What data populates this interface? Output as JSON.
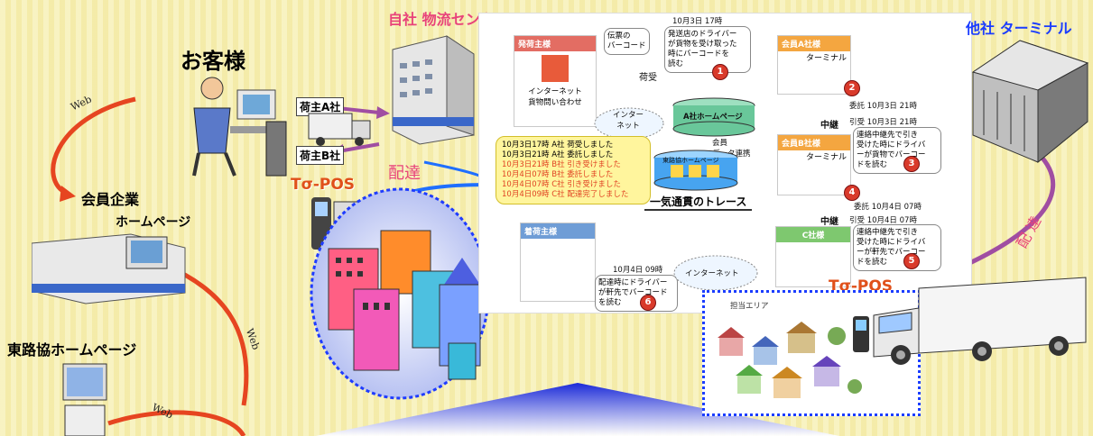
{
  "title_logistics_center": "自社 物流センター",
  "title_other_terminal": "他社 ターミナル",
  "customer_label": "お客様",
  "shipper_a": "荷主A社",
  "shipper_b": "荷主B社",
  "member_company": "会員企業",
  "member_homepage": "ホームページ",
  "toroken_homepage": "東路協ホームページ",
  "delivery_label": "配達",
  "delivery_label_right": "配 達",
  "topos": "Tσ-POS",
  "web": "Web",
  "colors": {
    "accent_pink": "#e8437a",
    "accent_blue": "#1b3dff",
    "pos_orange": "#e0501a",
    "arrow_red": "#e64520",
    "arrow_purple": "#a04ea2"
  },
  "diagram": {
    "shipper_head": "発荷主様",
    "barcode_label": "伝票の\nバーコード",
    "shipper_body": "インターネット\n貨物問い合わせ",
    "event1_time": "10月3日 17時",
    "event1_text": "発送店のドライバー\nが貨物を受け取った\n時にバーコードを\n読む",
    "niuke": "荷受",
    "member_a_head": "会員A社様",
    "terminal": "ターミナル",
    "member_a_time": "委託 10月3日 21時",
    "internet": "インター\nネット",
    "a_homepage": "A社ホームページ",
    "relay": "中継",
    "member_b_time_in": "引受 10月3日 21時",
    "member_b_head": "会員B社様",
    "member_b_text": "連絡中継先で引き\n受けた時にドライバ\nーが貨物でバーコー\nドを読む",
    "member_data": "会員\nデータ連携",
    "toroken_hp": "東路協ホームページ",
    "trace_lines": [
      "10月3日17時 A社 荷受しました",
      "10月3日21時 A社 委託しました",
      "10月3日21時 B社 引き受けました",
      "10月4日07時 B社 委託しました",
      "10月4日07時 C社 引き受けました",
      "10月4日09時 C社 配達完了しました"
    ],
    "ikki": "一気通貫のトレース",
    "member_b_time_out": "委託 10月4日 07時",
    "relay2": "中継",
    "member_c_time_in": "引受 10月4日 07時",
    "member_c_head": "C社様",
    "member_c_text": "連絡中継先で引き\n受けた時にドライバ\nーが軒先でバーコー\nドを読む",
    "receiver_head": "着荷主様",
    "event6_time": "10月4日 09時",
    "event6_text": "配達時にドライバー\nが軒先でバーコード\nを読む",
    "internet2": "インターネット",
    "area": "担当エリア",
    "badges": [
      "1",
      "2",
      "3",
      "4",
      "5",
      "6"
    ]
  }
}
